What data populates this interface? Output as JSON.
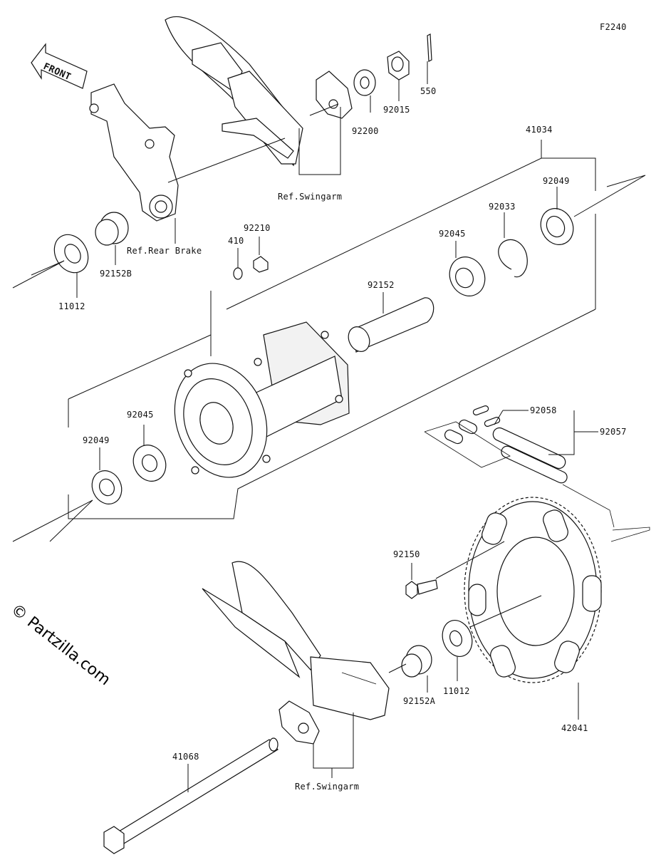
{
  "diagram_code": "F2240",
  "front_label": "FRONT",
  "watermark": "© Partzilla.com",
  "labels": {
    "p550": "550",
    "p92015": "92015",
    "p92200": "92200",
    "ref_swingarm_top": "Ref.Swingarm",
    "p41034": "41034",
    "p92049_top": "92049",
    "p92033": "92033",
    "p92045_top": "92045",
    "p92210": "92210",
    "p410": "410",
    "ref_rear_brake": "Ref.Rear Brake",
    "p92152B": "92152B",
    "p11012_top": "11012",
    "p92152": "92152",
    "p92045_bottom": "92045",
    "p92049_bottom": "92049",
    "p92058": "92058",
    "p92057": "92057",
    "p92150": "92150",
    "p11012_bottom": "11012",
    "p92152A": "92152A",
    "p42041": "42041",
    "p41068": "41068",
    "ref_swingarm_bottom": "Ref.Swingarm"
  }
}
